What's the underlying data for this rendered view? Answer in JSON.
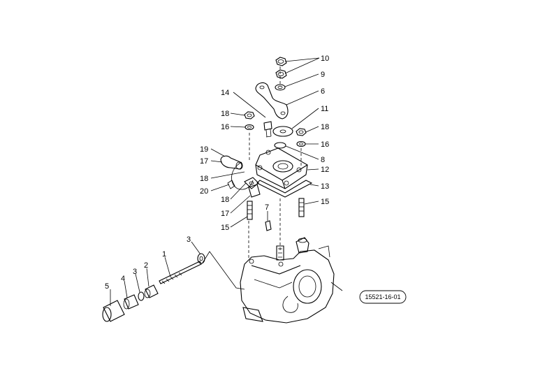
{
  "diagram": {
    "reference_code": "15521-16-01",
    "callouts": [
      {
        "id": "c10",
        "label": "10"
      },
      {
        "id": "c9",
        "label": "9"
      },
      {
        "id": "c6",
        "label": "6"
      },
      {
        "id": "c14",
        "label": "14"
      },
      {
        "id": "c11",
        "label": "11"
      },
      {
        "id": "c18a",
        "label": "18"
      },
      {
        "id": "c16a",
        "label": "16"
      },
      {
        "id": "c18b",
        "label": "18"
      },
      {
        "id": "c16b",
        "label": "16"
      },
      {
        "id": "c8",
        "label": "8"
      },
      {
        "id": "c19",
        "label": "19"
      },
      {
        "id": "c17a",
        "label": "17"
      },
      {
        "id": "c12",
        "label": "12"
      },
      {
        "id": "c18c",
        "label": "18"
      },
      {
        "id": "c20",
        "label": "20"
      },
      {
        "id": "c13",
        "label": "13"
      },
      {
        "id": "c18d",
        "label": "18"
      },
      {
        "id": "c15a",
        "label": "15"
      },
      {
        "id": "c7",
        "label": "7"
      },
      {
        "id": "c17b",
        "label": "17"
      },
      {
        "id": "c15b",
        "label": "15"
      },
      {
        "id": "c3a",
        "label": "3"
      },
      {
        "id": "c1",
        "label": "1"
      },
      {
        "id": "c2",
        "label": "2"
      },
      {
        "id": "c3b",
        "label": "3"
      },
      {
        "id": "c4",
        "label": "4"
      },
      {
        "id": "c5",
        "label": "5"
      }
    ]
  }
}
